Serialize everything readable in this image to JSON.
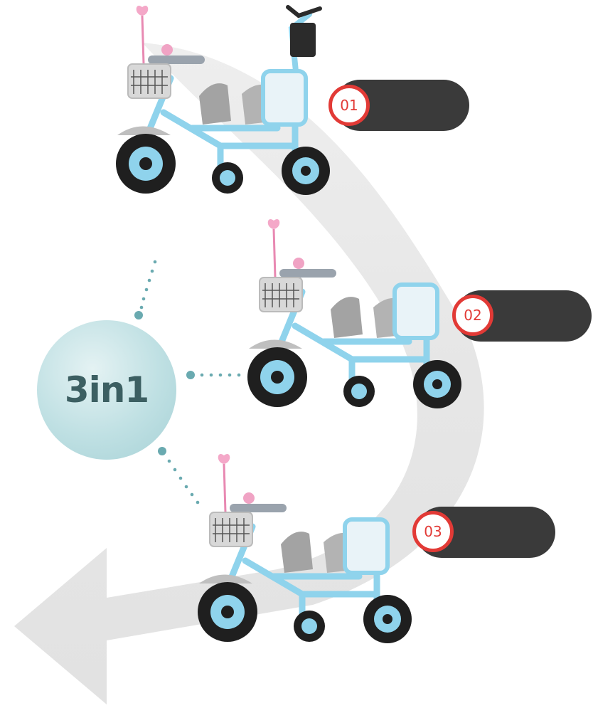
{
  "hub": {
    "label": "3in1"
  },
  "steps": [
    {
      "number": "01"
    },
    {
      "number": "02"
    },
    {
      "number": "03"
    }
  ],
  "colors": {
    "frame": "#8fd3ec",
    "badge_ring": "#e23a36",
    "pill": "#3a3a3a",
    "hub": "#bfe0e3",
    "basket": "#d8d8d8",
    "wheel": "#1f1f1f",
    "arrow": "#e8e8e8"
  }
}
